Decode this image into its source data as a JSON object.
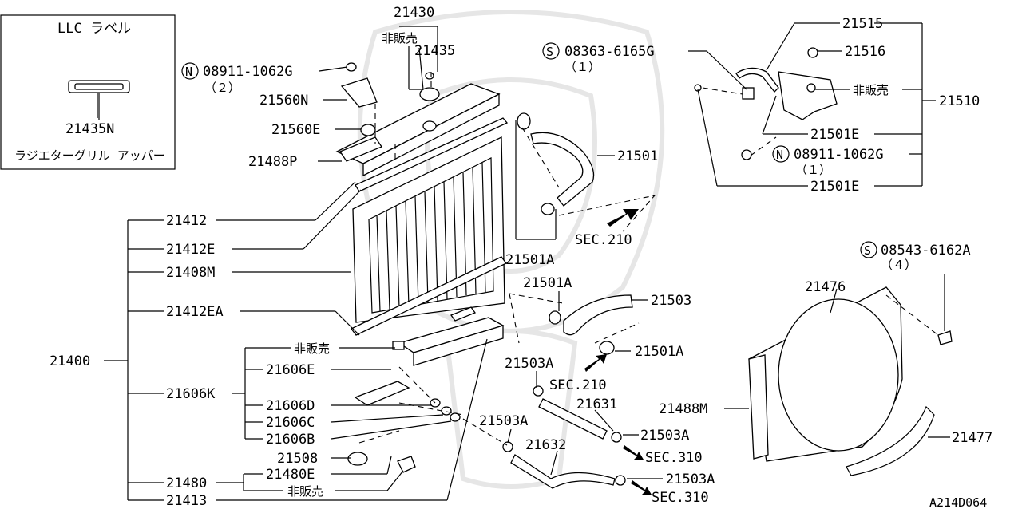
{
  "inset": {
    "title": "LLC ラベル",
    "part": "21435N",
    "caption": "ラジエターグリル アッパー"
  },
  "symbols": {
    "n": "N",
    "s": "S"
  },
  "callouts": {
    "c21430": "21430",
    "hiban_top": "非販売",
    "c21435": "21435",
    "n08911_a": "08911-1062G",
    "qty2": "（２）",
    "c21560N": "21560N",
    "c21560E": "21560E",
    "c21488P": "21488P",
    "c21412": "21412",
    "c21412E": "21412E",
    "c21408M": "21408M",
    "c21412EA": "21412EA",
    "c21400": "21400",
    "hiban_mid": "非販売",
    "c21606E": "21606E",
    "c21606K": "21606K",
    "c21606D": "21606D",
    "c21606C": "21606C",
    "c21606B": "21606B",
    "c21508": "21508",
    "c21480E": "21480E",
    "c21480": "21480",
    "hiban_low": "非販売",
    "c21413": "21413",
    "s08363": "08363-6165G",
    "qty1a": "（１）",
    "c21501": "21501",
    "sec210a": "SEC.210",
    "c21501A_a": "21501A",
    "c21501A_b": "21501A",
    "c21503": "21503",
    "c21501A_c": "21501A",
    "c21503A_a": "21503A",
    "sec210b": "SEC.210",
    "c21631": "21631",
    "c21503A_b": "21503A",
    "c21503A_c": "21503A",
    "sec310a": "SEC.310",
    "c21632": "21632",
    "c21503A_d": "21503A",
    "sec310b": "SEC.310",
    "c21515": "21515",
    "c21516": "21516",
    "hiban_tank": "非販売",
    "c21510": "21510",
    "c21501E_a": "21501E",
    "n08911_b": "08911-1062G",
    "qty1b": "（１）",
    "c21501E_b": "21501E",
    "s08543": "08543-6162A",
    "qty4": "（４）",
    "c21476": "21476",
    "c21488M": "21488M",
    "c21477": "21477",
    "drawing_no": "A214D064"
  }
}
